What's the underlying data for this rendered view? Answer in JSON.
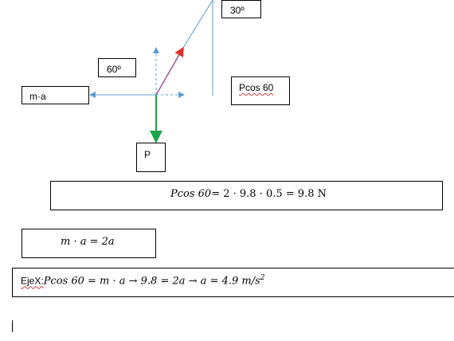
{
  "diagram": {
    "angle_top": "30º",
    "angle_left": "60º",
    "label_ma": "m·a",
    "label_pcos": "Pcos 60",
    "label_p": "P",
    "colors": {
      "axis": "#5b9bd5",
      "force_p": "#1aa34a",
      "arrow_head": "#e0302a",
      "vector": "#9b5a96"
    }
  },
  "equations": {
    "eq1": {
      "lhs": "Pcos 60",
      "rhs": "= 2 · 9.8 · 0.5 = 9.8 N"
    },
    "eq2": {
      "text": "m · a = 2a"
    },
    "eq3": {
      "prefix": "EjeX:",
      "expr": "Pcos 60 = m · a → 9.8 = 2a → a = 4.9 m/s",
      "sup": "2"
    }
  }
}
